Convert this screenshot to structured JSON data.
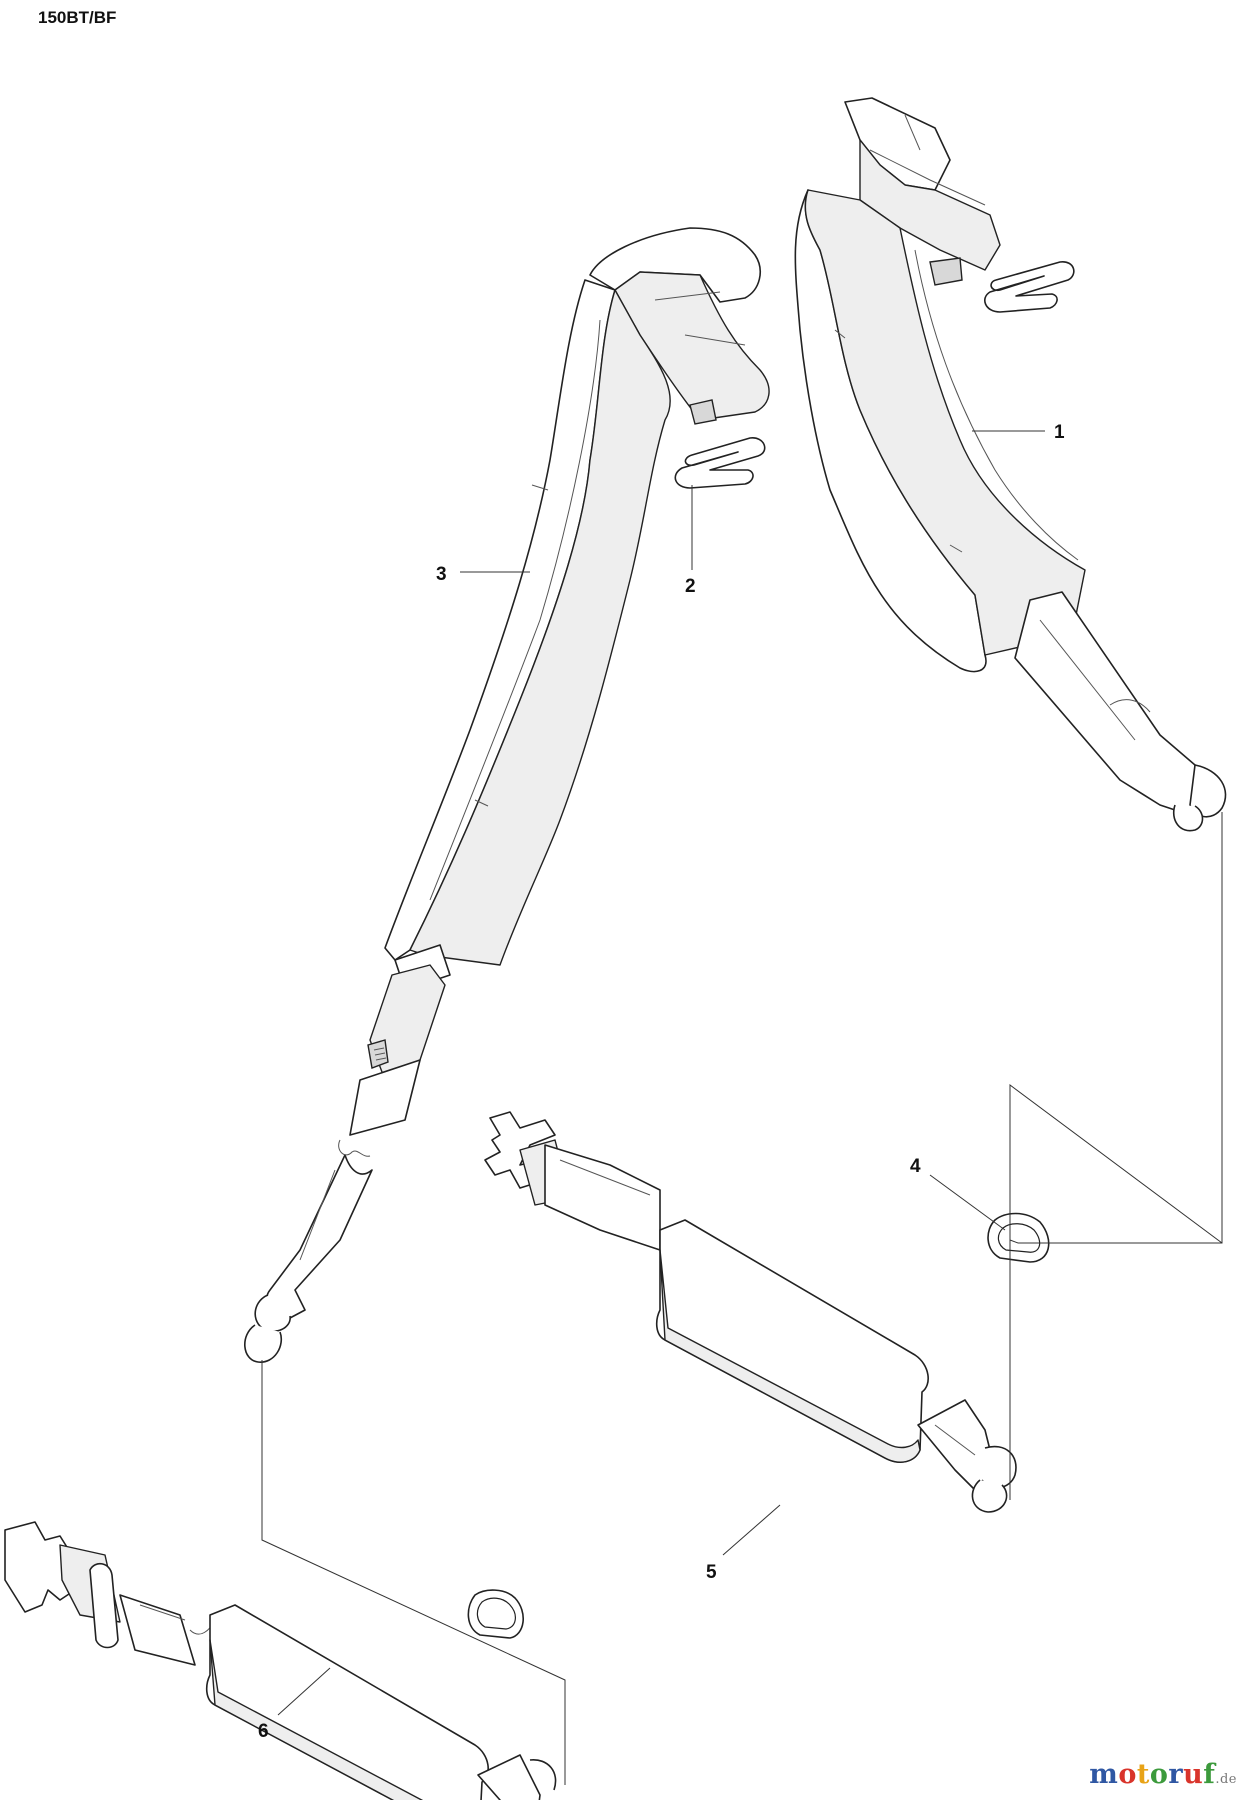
{
  "diagram": {
    "model": "150BT/BF",
    "parts": [
      {
        "number": "1"
      },
      {
        "number": "2"
      },
      {
        "number": "3"
      },
      {
        "number": "4"
      },
      {
        "number": "5"
      },
      {
        "number": "6"
      }
    ]
  },
  "watermark": {
    "letters": [
      "m",
      "o",
      "t",
      "o",
      "r",
      "u",
      "f"
    ],
    "letter_colors": [
      "#2f57a3",
      "#d9342b",
      "#e8a317",
      "#3c9a3c",
      "#2f57a3",
      "#d9342b",
      "#3c9a3c"
    ],
    "tld": ".de"
  }
}
